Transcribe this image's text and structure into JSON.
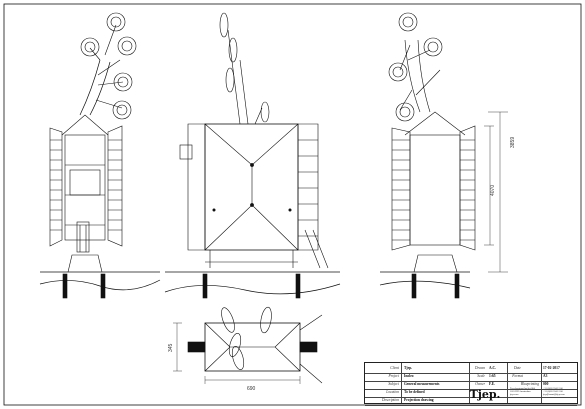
{
  "dimensions": {
    "tower_height": "3859",
    "cabin_height": "4070",
    "plan_width": "690",
    "plan_depth": "345"
  },
  "title_block": {
    "client_label": "Client",
    "client": "Tjep.",
    "project_label": "Project",
    "project": "Inoleo",
    "subject_label": "Subject",
    "subject": "General measurements",
    "location_label": "Location",
    "location": "To be defined",
    "description_label": "Description",
    "description": "Projection drawing",
    "drawn_label": "Drawn",
    "drawn": "A.C.",
    "scale_label": "Scale",
    "scale": "1:65",
    "owner_label": "Owner",
    "owner": "F.E.",
    "date_label": "Date",
    "date": "17-02-2017",
    "format_label": "Format",
    "format": "A3",
    "revision_label": "Blueprinting",
    "revision": "000",
    "logo": "Tjep.",
    "contact": [
      "Tweebosstraat bucket 804",
      "1015 HD Amsterdam",
      "tjep.com",
      "+31 (0)20 334 12 00",
      "+31 (0)20 334 12 00",
      "tjep@smart@tjep.com"
    ]
  }
}
